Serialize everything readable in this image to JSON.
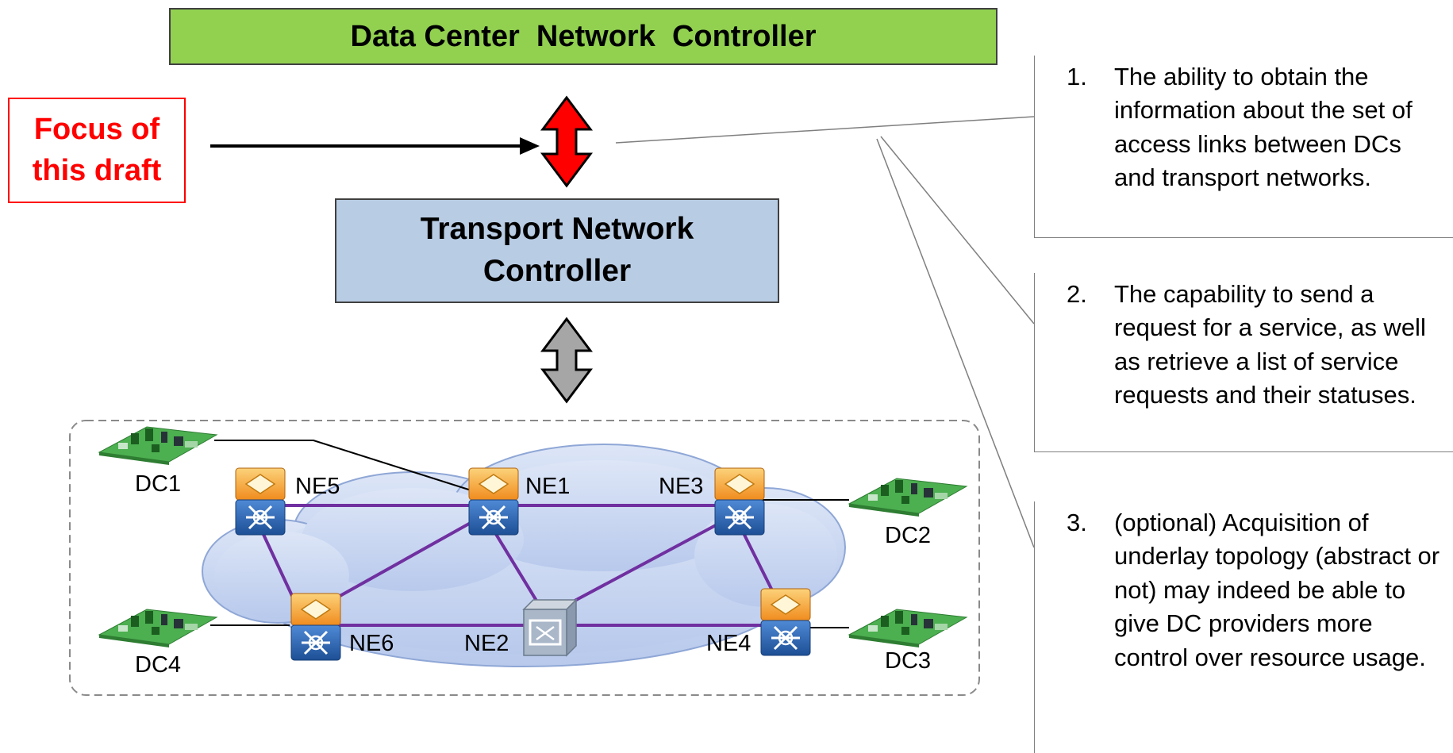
{
  "title_box": {
    "label": "Data Center  Network  Controller"
  },
  "transport_box": {
    "line1": "Transport Network",
    "line2": "Controller"
  },
  "focus_box": {
    "line1": "Focus of",
    "line2": "this draft"
  },
  "notes": [
    {
      "num": "1.",
      "text": "The ability to obtain the information about the set of access links between DCs and transport networks."
    },
    {
      "num": "2.",
      "text": "The capability to send a request for a service, as well as retrieve a list of service requests and their statuses."
    },
    {
      "num": "3.",
      "text": "(optional) Acquisition of underlay topology (abstract or not) may indeed be able to give DC providers more control over resource usage."
    }
  ],
  "nodes": {
    "dc1": "DC1",
    "dc2": "DC2",
    "dc3": "DC3",
    "dc4": "DC4",
    "ne1": "NE1",
    "ne2": "NE2",
    "ne3": "NE3",
    "ne4": "NE4",
    "ne5": "NE5",
    "ne6": "NE6"
  },
  "colors": {
    "dcnc_fill": "#92d050",
    "tnc_fill": "#b8cce4",
    "focus": "#ff0000",
    "arrow_red": "#ff0000",
    "arrow_gray": "#a6a6a6",
    "link": "#7030a0",
    "cloud": "#c9d7f2",
    "router_top": "#f5a623",
    "router_bottom": "#2f6db5",
    "dc_board": "#5cb85c"
  }
}
